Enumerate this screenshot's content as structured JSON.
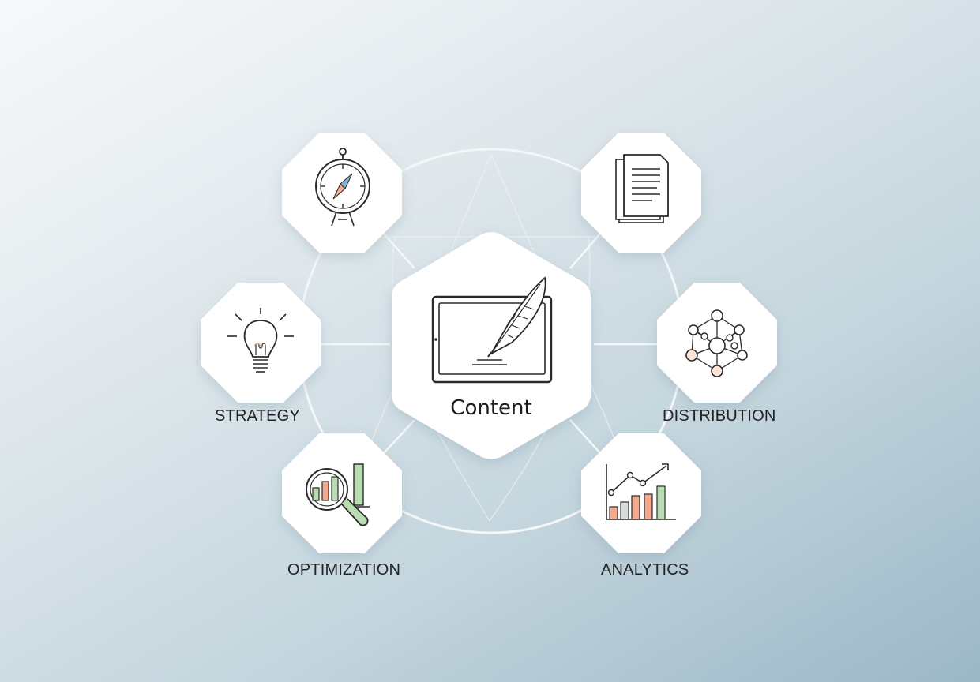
{
  "center": {
    "label": "Content",
    "icon": "tablet-quill-icon"
  },
  "nodes": [
    {
      "id": "strategy-compass",
      "label": "",
      "icon": "compass-icon"
    },
    {
      "id": "strategy",
      "label": "STRATEGY",
      "icon": "lightbulb-icon"
    },
    {
      "id": "optimization",
      "label": "OPTIMIZATION",
      "icon": "magnifier-chart-icon"
    },
    {
      "id": "distribution-docs",
      "label": "",
      "icon": "documents-icon"
    },
    {
      "id": "distribution",
      "label": "DISTRIBUTION",
      "icon": "network-icon"
    },
    {
      "id": "analytics",
      "label": "ANALYTICS",
      "icon": "trend-bar-chart-icon"
    }
  ],
  "colors": {
    "node_fill": "#ffffff",
    "ring": "#f4f6f7",
    "icon_stroke": "#2a2a2a",
    "accent_orange": "#f2a98e",
    "accent_green": "#b9dcb0",
    "accent_blue": "#7fb6d8"
  }
}
